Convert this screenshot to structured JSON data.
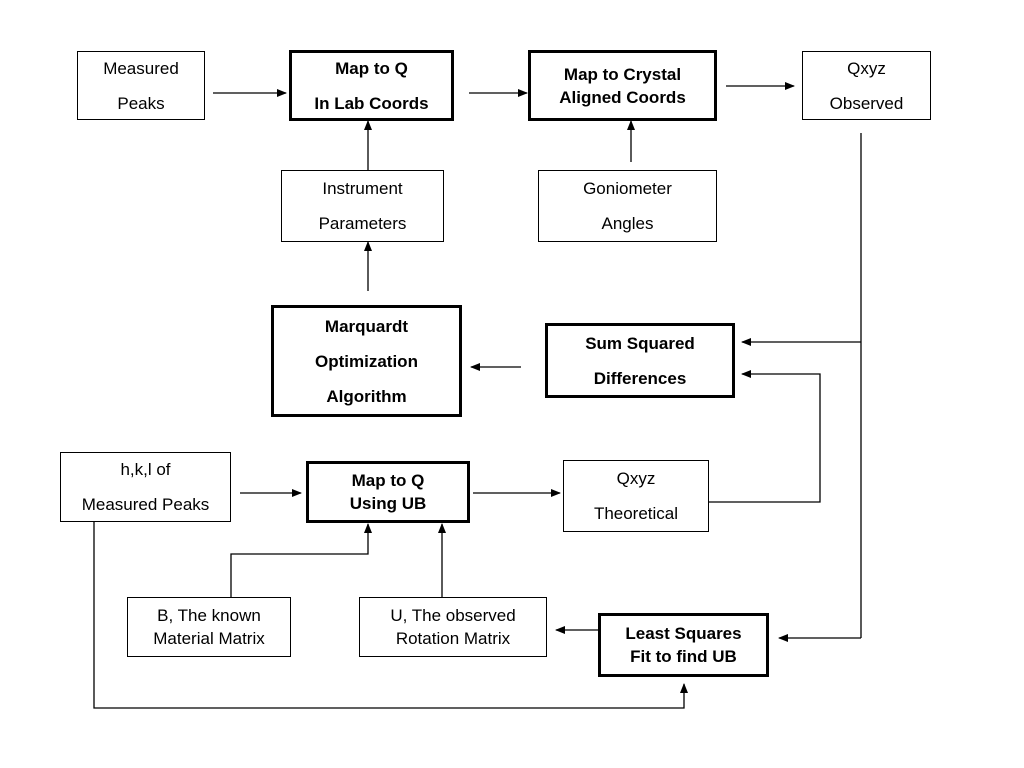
{
  "diagram": {
    "measured_peaks": [
      "Measured",
      "Peaks"
    ],
    "map_to_q_lab": [
      "Map to Q",
      "In Lab Coords"
    ],
    "map_to_crystal": [
      "Map to Crystal",
      "Aligned Coords"
    ],
    "qxyz_observed": [
      "Qxyz",
      "Observed"
    ],
    "instrument_parameters": [
      "Instrument",
      "Parameters"
    ],
    "goniometer_angles": [
      "Goniometer",
      "Angles"
    ],
    "marquardt": [
      "Marquardt",
      "Optimization",
      "Algorithm"
    ],
    "sum_squared": [
      "Sum Squared",
      "Differences"
    ],
    "hkl_measured": [
      "h,k,l of",
      "Measured Peaks"
    ],
    "map_to_q_ub": [
      "Map to Q",
      "Using UB"
    ],
    "qxyz_theoretical": [
      "Qxyz",
      "Theoretical"
    ],
    "b_matrix": [
      "B, The known",
      "Material Matrix"
    ],
    "u_matrix": [
      "U, The observed",
      "Rotation Matrix"
    ],
    "least_squares": [
      "Least Squares",
      "Fit to find UB"
    ]
  }
}
